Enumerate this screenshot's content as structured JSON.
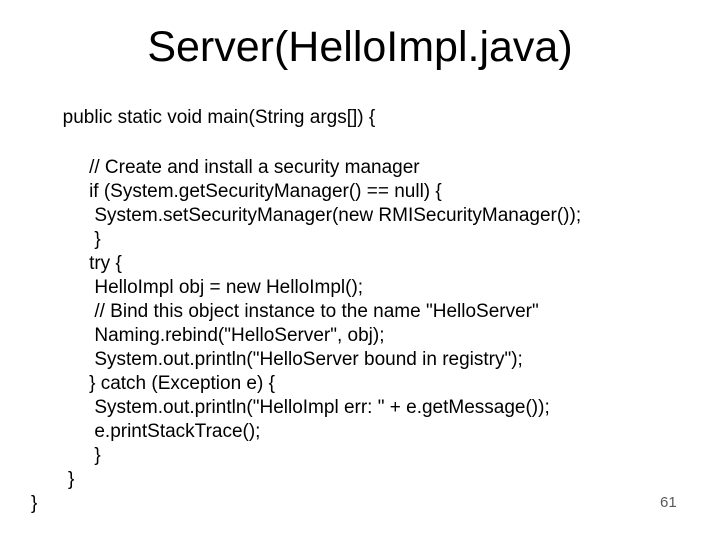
{
  "title": "Server(HelloImpl.java)",
  "code": {
    "lines": [
      "      public static void main(String args[]) {",
      "",
      "           // Create and install a security manager",
      "           if (System.getSecurityManager() == null) {",
      "            System.setSecurityManager(new RMISecurityManager());",
      "            }",
      "           try {",
      "            HelloImpl obj = new HelloImpl();",
      "            // Bind this object instance to the name \"HelloServer\"",
      "            Naming.rebind(\"HelloServer\", obj);",
      "            System.out.println(\"HelloServer bound in registry\");",
      "           } catch (Exception e) {",
      "            System.out.println(\"HelloImpl err: \" + e.getMessage());",
      "            e.printStackTrace();",
      "            }",
      "       }",
      "}"
    ]
  },
  "page_number": "61",
  "colors": {
    "background": "#ffffff",
    "text": "#000000",
    "page_number": "#595959"
  }
}
